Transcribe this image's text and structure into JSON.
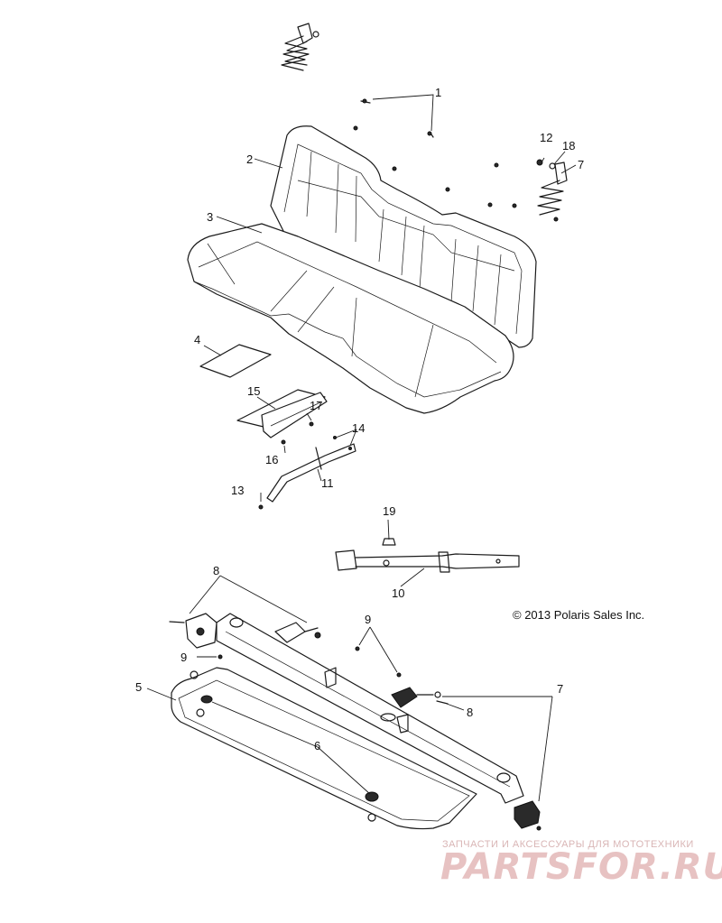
{
  "callouts": {
    "c1": "1",
    "c2": "2",
    "c3": "3",
    "c4": "4",
    "c5": "5",
    "c6": "6",
    "c7a": "7",
    "c7b": "7",
    "c8a": "8",
    "c8b": "8",
    "c9a": "9",
    "c9b": "9",
    "c10": "10",
    "c11": "11",
    "c12": "12",
    "c13": "13",
    "c14": "14",
    "c15": "15",
    "c16": "16",
    "c17": "17",
    "c18": "18",
    "c19": "19"
  },
  "copyright": "© 2013 Polaris Sales Inc.",
  "watermark": {
    "tagline": "ЗАПЧАСТИ И АКСЕССУАРЫ ДЛЯ МОТОТЕХНИКИ",
    "logo": "PARTSFOR.RU"
  }
}
